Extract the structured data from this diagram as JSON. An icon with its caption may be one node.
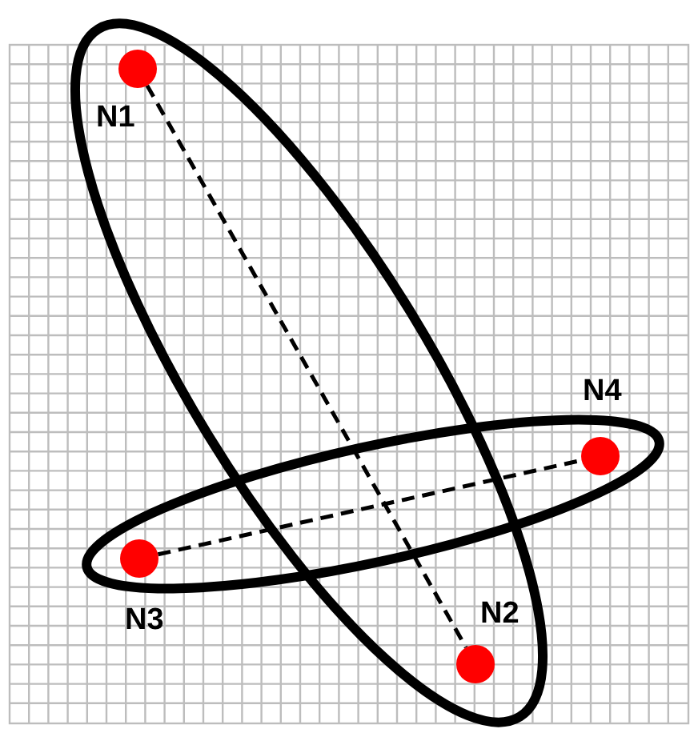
{
  "diagram": {
    "nodes": [
      {
        "text": [
          "N1"
        ]
      },
      {
        "text": [
          "N2"
        ]
      },
      {
        "text": [
          "N3"
        ]
      },
      {
        "text": [
          "N4"
        ]
      }
    ],
    "edges": [
      {
        "from": 0,
        "to": 1,
        "arrow": "none",
        "style": "dashed"
      },
      {
        "from": 2,
        "to": 3,
        "arrow": "none",
        "style": "dashed"
      }
    ]
  }
}
